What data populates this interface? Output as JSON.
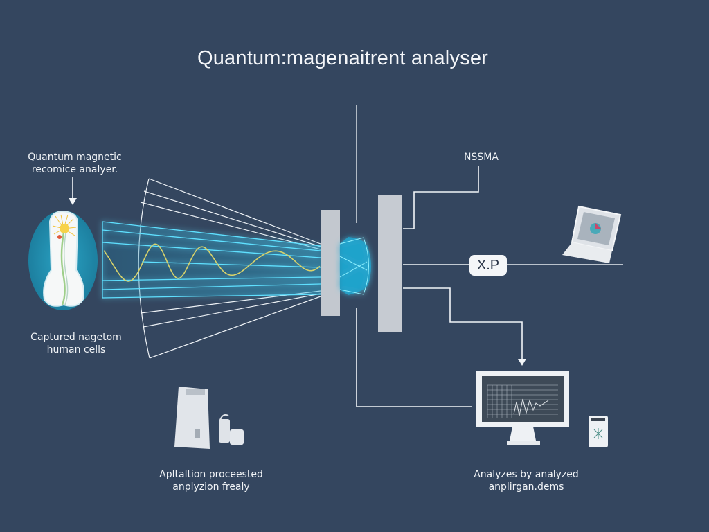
{
  "diagram": {
    "title": "Quantum:magenaitrent analyser",
    "colors": {
      "background": "#34465f",
      "line": "#f2f5f8",
      "beam": "#3fd0f0",
      "wave": "#d9d36a",
      "cell_oval": "#1f8fb0",
      "plate": "#c6cbd2"
    },
    "nodes": {
      "source": {
        "label_line1": "Quantum magnetic",
        "label_line2": "recomice analyer.",
        "caption_line1": "Captured nagetom",
        "caption_line2": "human cells",
        "icon": "neuron-cell-icon"
      },
      "nssma": {
        "label": "NSSMA"
      },
      "xp": {
        "label": "X.P",
        "icon": "laptop-icon"
      },
      "processing": {
        "caption_line1": "Apltaltion proceested",
        "caption_line2": "anplyzion frealy",
        "icon": "lab-device-icon"
      },
      "analysis": {
        "caption_line1": "Analyzes by analyzed",
        "caption_line2": "anplirgan.dems",
        "icon": "monitor-chart-icon",
        "secondary_icon": "phone-device-icon"
      }
    }
  }
}
